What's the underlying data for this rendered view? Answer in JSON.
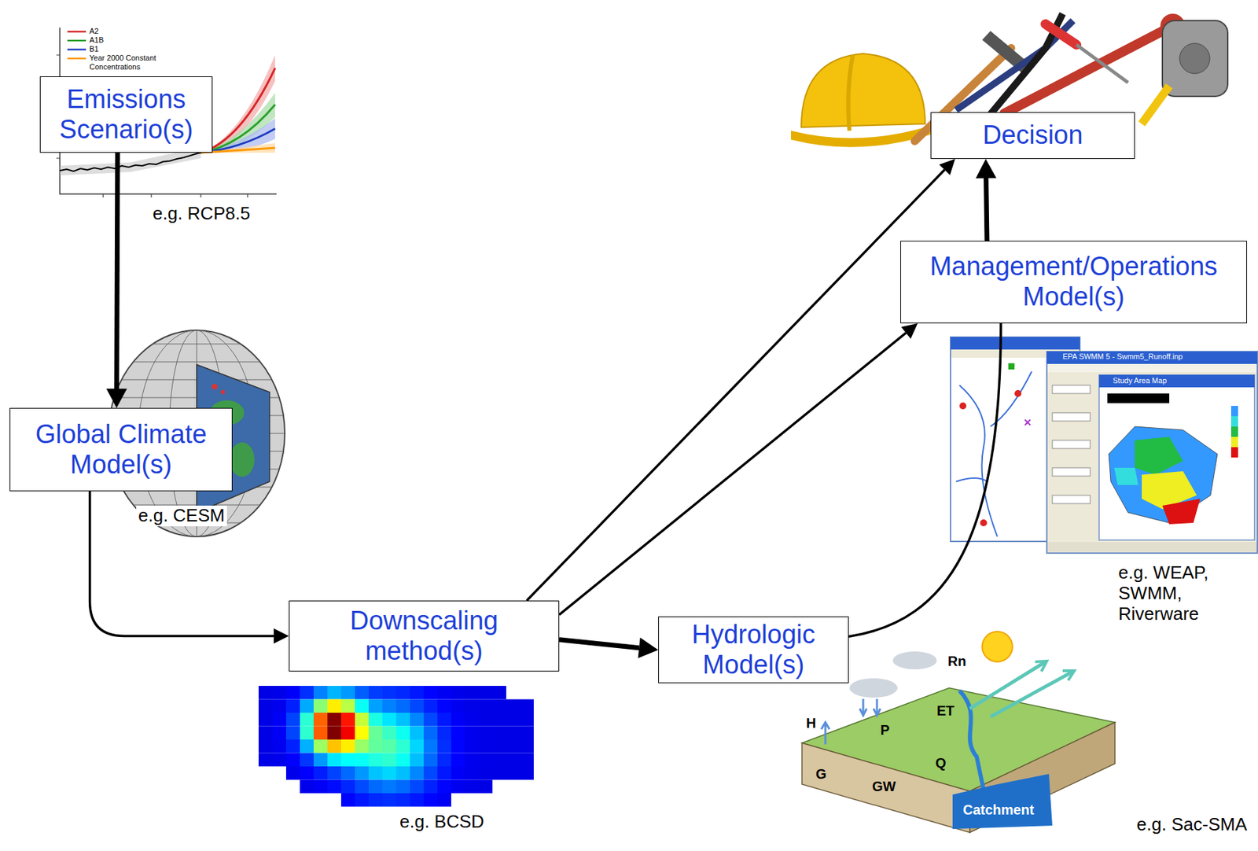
{
  "diagram": {
    "nodes": [
      {
        "text": [
          "Emissions Scenario(s)"
        ]
      },
      {
        "text": [
          "Global Climate Model(s)"
        ]
      },
      {
        "text": [
          "Downscaling method(s)"
        ]
      },
      {
        "text": [
          "Hydrologic Model(s)"
        ]
      },
      {
        "text": [
          "Management/Operations Model(s)"
        ]
      },
      {
        "text": [
          "Decision"
        ]
      }
    ],
    "edges": [
      {
        "from": 0,
        "to": 1,
        "arrow": "to"
      },
      {
        "from": 1,
        "to": 2,
        "arrow": "to"
      },
      {
        "from": 2,
        "to": 3,
        "arrow": "to"
      },
      {
        "from": 2,
        "to": 5,
        "arrow": "to"
      },
      {
        "from": 2,
        "to": 4,
        "arrow": "to"
      },
      {
        "from": 3,
        "to": 4,
        "arrow": "none"
      },
      {
        "from": 4,
        "to": 5,
        "arrow": "to"
      }
    ],
    "labels": [
      "e.g. RCP8.5",
      "e.g. CESM",
      "e.g. BCSD",
      "e.g. WEAP, SWMM, Riverware",
      "e.g. Sac-SMA",
      "Rn",
      "ET",
      "P",
      "H",
      "G",
      "GW",
      "Q",
      "Catchment",
      "EPA SWMM 5 - Swmm5_Runoff.inp",
      "Study Area Map"
    ],
    "legend": [
      {
        "text": "A2"
      },
      {
        "text": "A1B"
      },
      {
        "text": "B1"
      },
      {
        "text": "Year 2000 Constant Concentrations"
      }
    ]
  }
}
